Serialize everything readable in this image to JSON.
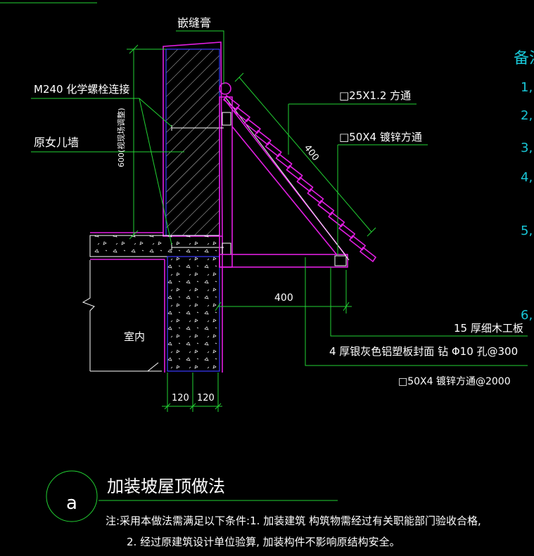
{
  "labels": {
    "sealant": "嵌缝膏",
    "bolt": "M240  化学螺栓连接",
    "parapet": "原女儿墙",
    "height": "600(视现场调整)",
    "tube_small": "□25X1.2   方通",
    "tube_main": "□50X4   镀锌方通",
    "slope_len": "400",
    "horizontal_len": "400",
    "board": "15  厚细木工板",
    "panel": "4 厚银灰色铝塑板封面 钻 Φ10  孔@300",
    "tube_bottom": "□50X4    镀锌方通@2000",
    "indoor": "室内",
    "dim_left": "120",
    "dim_right": "120"
  },
  "side_notes": {
    "title": "备注",
    "items": [
      "1,",
      "2,",
      "3,",
      "4,",
      "5,",
      "6,"
    ]
  },
  "detail": {
    "number": "a",
    "title": "加装坡屋顶做法",
    "note_line1": "注:采用本做法需满足以下条件:1. 加装建筑  构筑物需经过有关职能部门验收合格,",
    "note_line2": "2. 经过原建筑设计单位验算, 加装构件不影响原结构安全。"
  },
  "colors": {
    "background": "#000000",
    "leader": "#22d233",
    "steel": "#e21ee2",
    "concrete": "#ffffff",
    "masonry": "#3b3bff",
    "notes": "#19c6d6"
  }
}
